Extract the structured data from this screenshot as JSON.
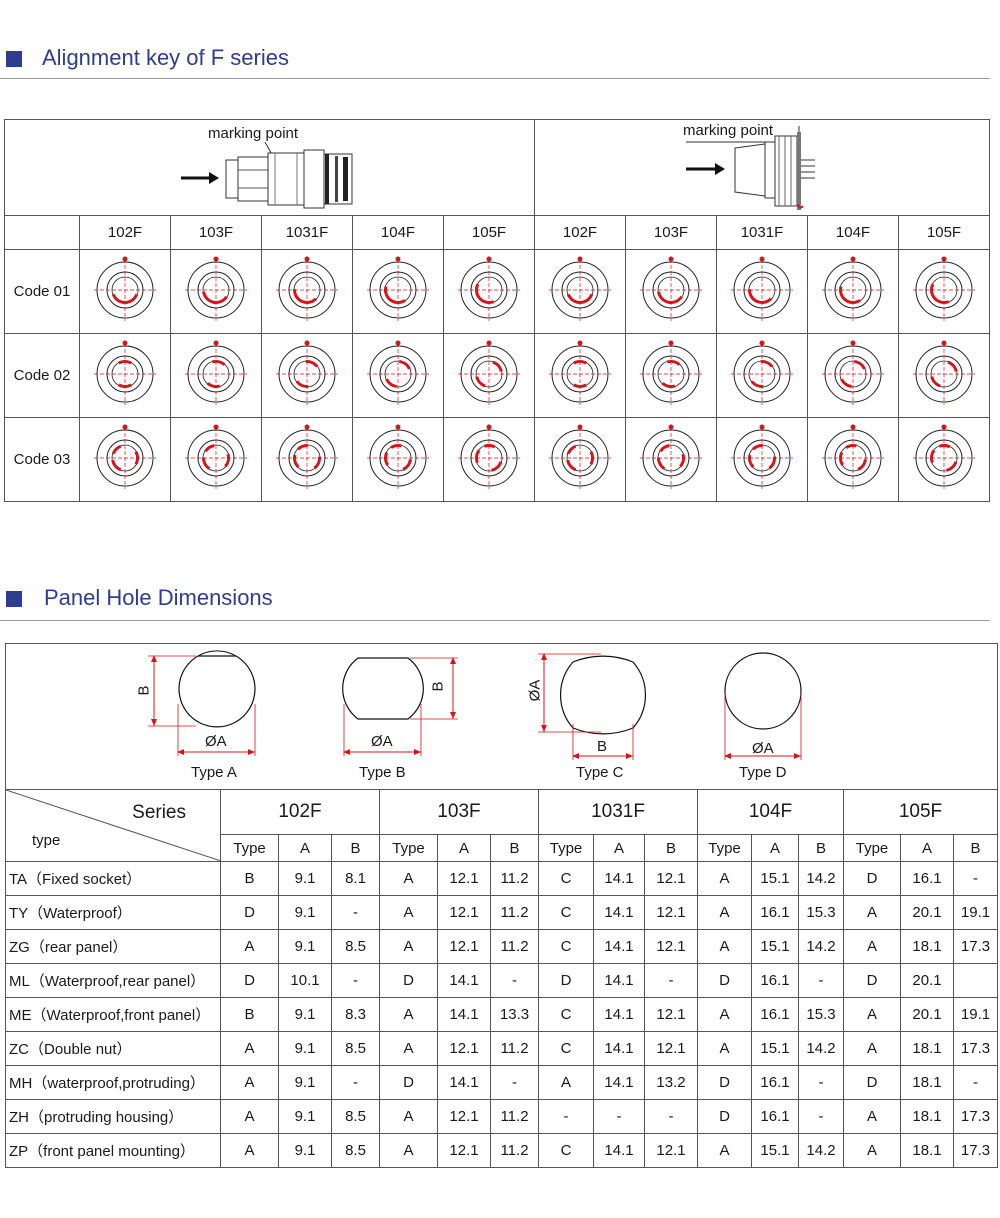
{
  "section1": {
    "title": "Alignment key of F series"
  },
  "photos": [
    {
      "label": "marking point"
    },
    {
      "label": "marking point"
    }
  ],
  "models": [
    "102F",
    "103F",
    "1031F",
    "104F",
    "105F",
    "102F",
    "103F",
    "1031F",
    "104F",
    "105F"
  ],
  "codes": [
    "Code 01",
    "Code 02",
    "Code 03"
  ],
  "colors": {
    "accent": "#2f3e8c",
    "key_red": "#d4151b"
  },
  "section2": {
    "title": "Panel Hole Dimensions"
  },
  "shapes": [
    {
      "name": "Type A",
      "dim_a": "ØA",
      "dim_b": "B"
    },
    {
      "name": "Type B",
      "dim_a": "ØA",
      "dim_b": "B"
    },
    {
      "name": "Type C",
      "dim_a": "ØA",
      "dim_b": "B"
    },
    {
      "name": "Type D",
      "dim_a": "ØA"
    }
  ],
  "dim_table": {
    "series_label": "Series",
    "type_label": "type",
    "series": [
      "102F",
      "103F",
      "1031F",
      "104F",
      "105F"
    ],
    "sub_headers": [
      "Type",
      "A",
      "B"
    ],
    "rows": [
      {
        "name": "TA（Fixed socket）",
        "cells": [
          "B",
          "9.1",
          "8.1",
          "A",
          "12.1",
          "11.2",
          "C",
          "14.1",
          "12.1",
          "A",
          "15.1",
          "14.2",
          "D",
          "16.1",
          "-"
        ]
      },
      {
        "name": "TY（Waterproof）",
        "cells": [
          "D",
          "9.1",
          "-",
          "A",
          "12.1",
          "11.2",
          "C",
          "14.1",
          "12.1",
          "A",
          "16.1",
          "15.3",
          "A",
          "20.1",
          "19.1"
        ]
      },
      {
        "name": "ZG（rear panel）",
        "cells": [
          "A",
          "9.1",
          "8.5",
          "A",
          "12.1",
          "11.2",
          "C",
          "14.1",
          "12.1",
          "A",
          "15.1",
          "14.2",
          "A",
          "18.1",
          "17.3"
        ]
      },
      {
        "name": "ML（Waterproof,rear panel）",
        "cells": [
          "D",
          "10.1",
          "-",
          "D",
          "14.1",
          "-",
          "D",
          "14.1",
          "-",
          "D",
          "16.1",
          "-",
          "D",
          "20.1",
          ""
        ]
      },
      {
        "name": "ME（Waterproof,front panel）",
        "cells": [
          "B",
          "9.1",
          "8.3",
          "A",
          "14.1",
          "13.3",
          "C",
          "14.1",
          "12.1",
          "A",
          "16.1",
          "15.3",
          "A",
          "20.1",
          "19.1"
        ]
      },
      {
        "name": "ZC（Double nut）",
        "cells": [
          "A",
          "9.1",
          "8.5",
          "A",
          "12.1",
          "11.2",
          "C",
          "14.1",
          "12.1",
          "A",
          "15.1",
          "14.2",
          "A",
          "18.1",
          "17.3"
        ]
      },
      {
        "name": "MH（waterproof,protruding）",
        "cells": [
          "A",
          "9.1",
          "-",
          "D",
          "14.1",
          "-",
          "A",
          "14.1",
          "13.2",
          "D",
          "16.1",
          "-",
          "D",
          "18.1",
          "-"
        ]
      },
      {
        "name": "ZH（protruding housing）",
        "cells": [
          "A",
          "9.1",
          "8.5",
          "A",
          "12.1",
          "11.2",
          "-",
          "-",
          "-",
          "D",
          "16.1",
          "-",
          "A",
          "18.1",
          "17.3"
        ]
      },
      {
        "name": "ZP（front panel mounting）",
        "cells": [
          "A",
          "9.1",
          "8.5",
          "A",
          "12.1",
          "11.2",
          "C",
          "14.1",
          "12.1",
          "A",
          "15.1",
          "14.2",
          "A",
          "18.1",
          "17.3"
        ]
      }
    ]
  }
}
